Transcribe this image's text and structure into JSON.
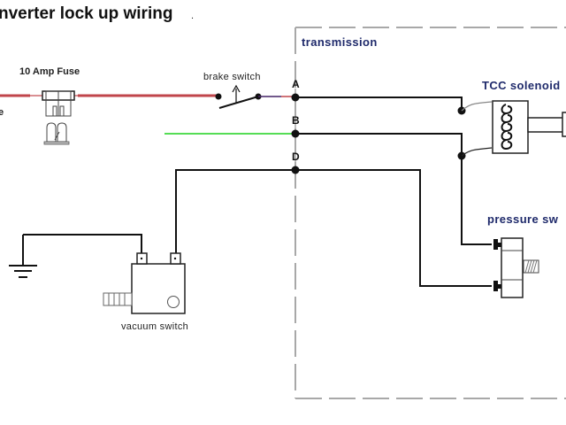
{
  "title": "nverter lock up wiring",
  "title_suffix": ".",
  "colors": {
    "power_wire": "#c0454b",
    "signal_wire": "#55dd55",
    "wire": "#111111",
    "boundary": "#a8a8a8",
    "label_blue": "#1f2a6b"
  },
  "labels": {
    "fuse": "10 Amp Fuse",
    "left_cut_text": "e",
    "brake_switch": "brake switch",
    "vacuum_switch": "vacuum switch",
    "transmission": "transmission",
    "tcc_solenoid": "TCC solenoid",
    "pressure_switch": "pressure sw"
  },
  "connector_pins": [
    {
      "id": "A",
      "label": "A"
    },
    {
      "id": "B",
      "label": "B"
    },
    {
      "id": "D",
      "label": "D"
    }
  ],
  "components": [
    "10 Amp Fuse",
    "brake switch",
    "vacuum switch",
    "ground",
    "TCC solenoid",
    "pressure switch",
    "transmission connector"
  ]
}
